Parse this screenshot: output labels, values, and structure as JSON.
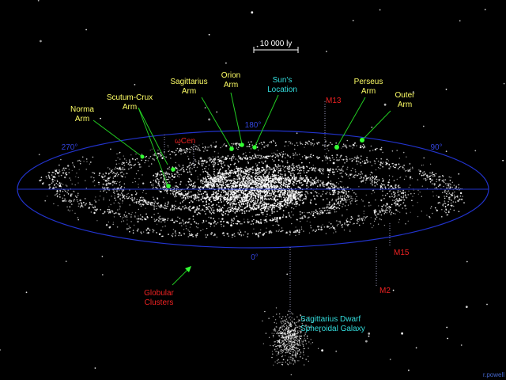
{
  "colors": {
    "background": "#000000",
    "arm_label": "#ffff66",
    "sun_label": "#33dddd",
    "cluster_label": "#ee2222",
    "pointer_line": "#22cc22",
    "pointer_dot": "#33ff33",
    "ring": "#2233cc",
    "stars": "#ffffff"
  },
  "scale_bar": {
    "label": "10 000 ly"
  },
  "arms": {
    "norma": [
      "Norma",
      "Arm"
    ],
    "scutum": [
      "Scutum-Crux",
      "Arm"
    ],
    "sagittarius": [
      "Sagittarius",
      "Arm"
    ],
    "orion": [
      "Orion",
      "Arm"
    ],
    "perseus": [
      "Perseus",
      "Arm"
    ],
    "outer": [
      "Outer",
      "Arm"
    ]
  },
  "sun": [
    "Sun's",
    "Location"
  ],
  "longitudes": {
    "l270": "270°",
    "l180": "180°",
    "l90": "90°",
    "l0": "0°"
  },
  "clusters": {
    "omega_cen": "ωCen",
    "m13": "M13",
    "m15": "M15",
    "m2": "M2"
  },
  "globular": [
    "Globular",
    "Clusters"
  ],
  "dwarf": [
    "Sagittarius Dwarf",
    "Spheroidal Galaxy"
  ],
  "credit": "r.powell"
}
